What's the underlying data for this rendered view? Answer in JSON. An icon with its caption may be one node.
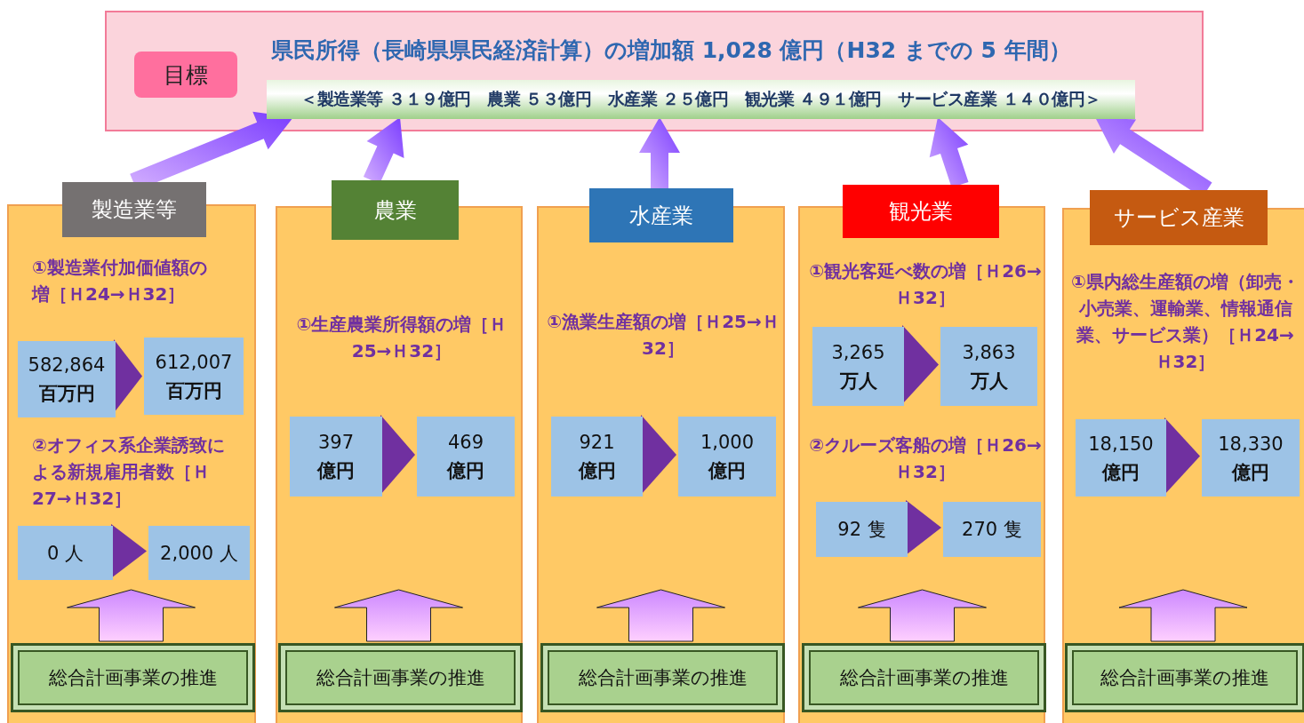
{
  "diagram": {
    "nodes": [
      {
        "text": [
          "県民所得（長崎県県民経済計算）の増加額 1,028 億円（H32 までの 5 年間）"
        ]
      },
      {
        "text": [
          "目標"
        ],
        "in": 0
      },
      {
        "text": [
          "＜製造業等 ３１９億円　農業 ５３億円　水産業 ２５億円　観光業 ４９１億円　サービス産業 １４０億円＞"
        ],
        "in": 0
      },
      {
        "text": [
          "製造業等"
        ]
      },
      {
        "text": [
          "①製造業付加価値額の増［Ｈ24→Ｈ32］",
          "②オフィス系企業誘致による新規雇用者数［Ｈ27→Ｈ32］"
        ]
      },
      {
        "text": [
          "582,864",
          "百万円"
        ],
        "in": 4
      },
      {
        "text": [
          "612,007",
          "百万円"
        ],
        "in": 4
      },
      {
        "text": [
          "0 人"
        ],
        "in": 4
      },
      {
        "text": [
          "2,000 人"
        ],
        "in": 4
      },
      {
        "text": [
          "総合計画事業の推進"
        ],
        "in": 4
      },
      {
        "text": [
          "農業"
        ]
      },
      {
        "text": [
          "①生産農業所得額の増［Ｈ25→Ｈ32］"
        ]
      },
      {
        "text": [
          "397",
          "億円"
        ],
        "in": 11
      },
      {
        "text": [
          "469",
          "億円"
        ],
        "in": 11
      },
      {
        "text": [
          "総合計画事業の推進"
        ],
        "in": 11
      },
      {
        "text": [
          "水産業"
        ]
      },
      {
        "text": [
          "①漁業生産額の増［Ｈ25→Ｈ32］"
        ]
      },
      {
        "text": [
          "921",
          "億円"
        ],
        "in": 16
      },
      {
        "text": [
          "1,000",
          "億円"
        ],
        "in": 16
      },
      {
        "text": [
          "総合計画事業の推進"
        ],
        "in": 16
      },
      {
        "text": [
          "観光業"
        ]
      },
      {
        "text": [
          "①観光客延べ数の増［Ｈ26→Ｈ32］",
          "②クルーズ客船の増［Ｈ26→Ｈ32］"
        ]
      },
      {
        "text": [
          "3,265",
          "万人"
        ],
        "in": 21
      },
      {
        "text": [
          "3,863",
          "万人"
        ],
        "in": 21
      },
      {
        "text": [
          "92 隻"
        ],
        "in": 21
      },
      {
        "text": [
          "270 隻"
        ],
        "in": 21
      },
      {
        "text": [
          "総合計画事業の推進"
        ],
        "in": 21
      },
      {
        "text": [
          "サービス産業"
        ]
      },
      {
        "text": [
          "①県内総生産額の増（卸売・小売業、運輸業、情報通信業、サービス業）［Ｈ24→Ｈ32］"
        ]
      },
      {
        "text": [
          "18,150",
          "億円"
        ],
        "in": 28
      },
      {
        "text": [
          "18,330",
          "億円"
        ],
        "in": 28
      },
      {
        "text": [
          "総合計画事業の推進"
        ],
        "in": 28
      }
    ],
    "edges": [
      {
        "from": 3,
        "to": 2,
        "arrow": "to"
      },
      {
        "from": 10,
        "to": 2,
        "arrow": "to"
      },
      {
        "from": 15,
        "to": 2,
        "arrow": "to"
      },
      {
        "from": 20,
        "to": 2,
        "arrow": "to"
      },
      {
        "from": 27,
        "to": 2,
        "arrow": "to"
      },
      {
        "from": 5,
        "to": 6,
        "arrow": "to"
      },
      {
        "from": 7,
        "to": 8,
        "arrow": "to"
      },
      {
        "from": 12,
        "to": 13,
        "arrow": "to"
      },
      {
        "from": 17,
        "to": 18,
        "arrow": "to"
      },
      {
        "from": 22,
        "to": 23,
        "arrow": "to"
      },
      {
        "from": 24,
        "to": 25,
        "arrow": "to"
      },
      {
        "from": 29,
        "to": 30,
        "arrow": "to"
      },
      {
        "from": 9,
        "to": null,
        "arrow": "to"
      },
      {
        "from": 14,
        "to": null,
        "arrow": "to"
      },
      {
        "from": 19,
        "to": null,
        "arrow": "to"
      },
      {
        "from": 26,
        "to": null,
        "arrow": "to"
      },
      {
        "from": 31,
        "to": null,
        "arrow": "to"
      }
    ]
  }
}
